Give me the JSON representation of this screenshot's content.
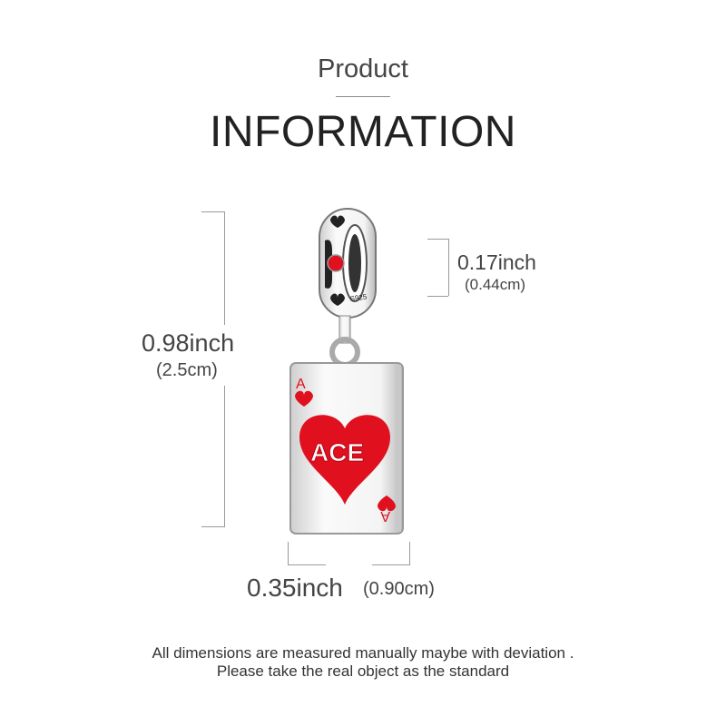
{
  "header": {
    "subtitle": "Product",
    "title": "INFORMATION"
  },
  "dimensions": {
    "height": {
      "inch": "0.98inch",
      "cm": "(2.5cm)"
    },
    "bail": {
      "inch": "0.17inch",
      "cm": "(0.44cm)"
    },
    "width": {
      "inch": "0.35inch",
      "cm": "(0.90cm)"
    }
  },
  "product": {
    "engraving": "S925",
    "card_text": "ACE",
    "card_rank": "A",
    "accent_color": "#e0101e"
  },
  "footer": {
    "line1": "All dimensions are measured manually maybe with deviation .",
    "line2": "Please take the real object as the standard"
  }
}
